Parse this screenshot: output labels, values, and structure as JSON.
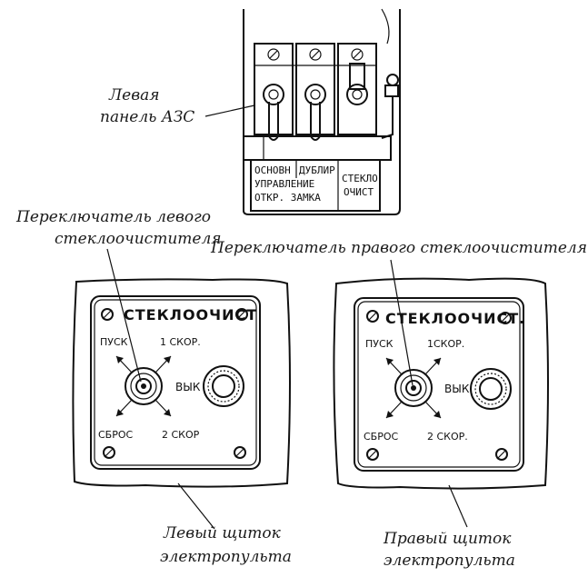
{
  "top_panel": {
    "label_line1": "Левая",
    "label_line2": "панель АЗС",
    "cell1": [
      "ОСНОВН",
      "УПРАВЛЕНИЕ",
      "ОТКР. ЗАМКА"
    ],
    "cell2": [
      "ДУБЛИР"
    ],
    "cell3": [
      "СТЕКЛО",
      "ОЧИСТ"
    ]
  },
  "left_switch_label": [
    "Переключатель левого",
    "стеклоочистителя"
  ],
  "right_switch_label": "Переключатель правого стеклоочистителя",
  "left_panel": {
    "title": "СТЕКЛООЧИСТ",
    "start": "ПУСК",
    "speed1": "1 СКОР.",
    "reset": "СБРОС",
    "speed2": "2 СКОР",
    "off": "ВЫК",
    "caption": [
      "Левый щиток",
      "электропульта"
    ]
  },
  "right_panel": {
    "title": "СТЕКЛООЧИСТ.",
    "start": "ПУСК",
    "speed1": "1СКОР.",
    "reset": "СБРОС",
    "speed2": "2 СКОР.",
    "off": "ВЫК",
    "caption": [
      "Правый щиток",
      "электропульта"
    ]
  }
}
